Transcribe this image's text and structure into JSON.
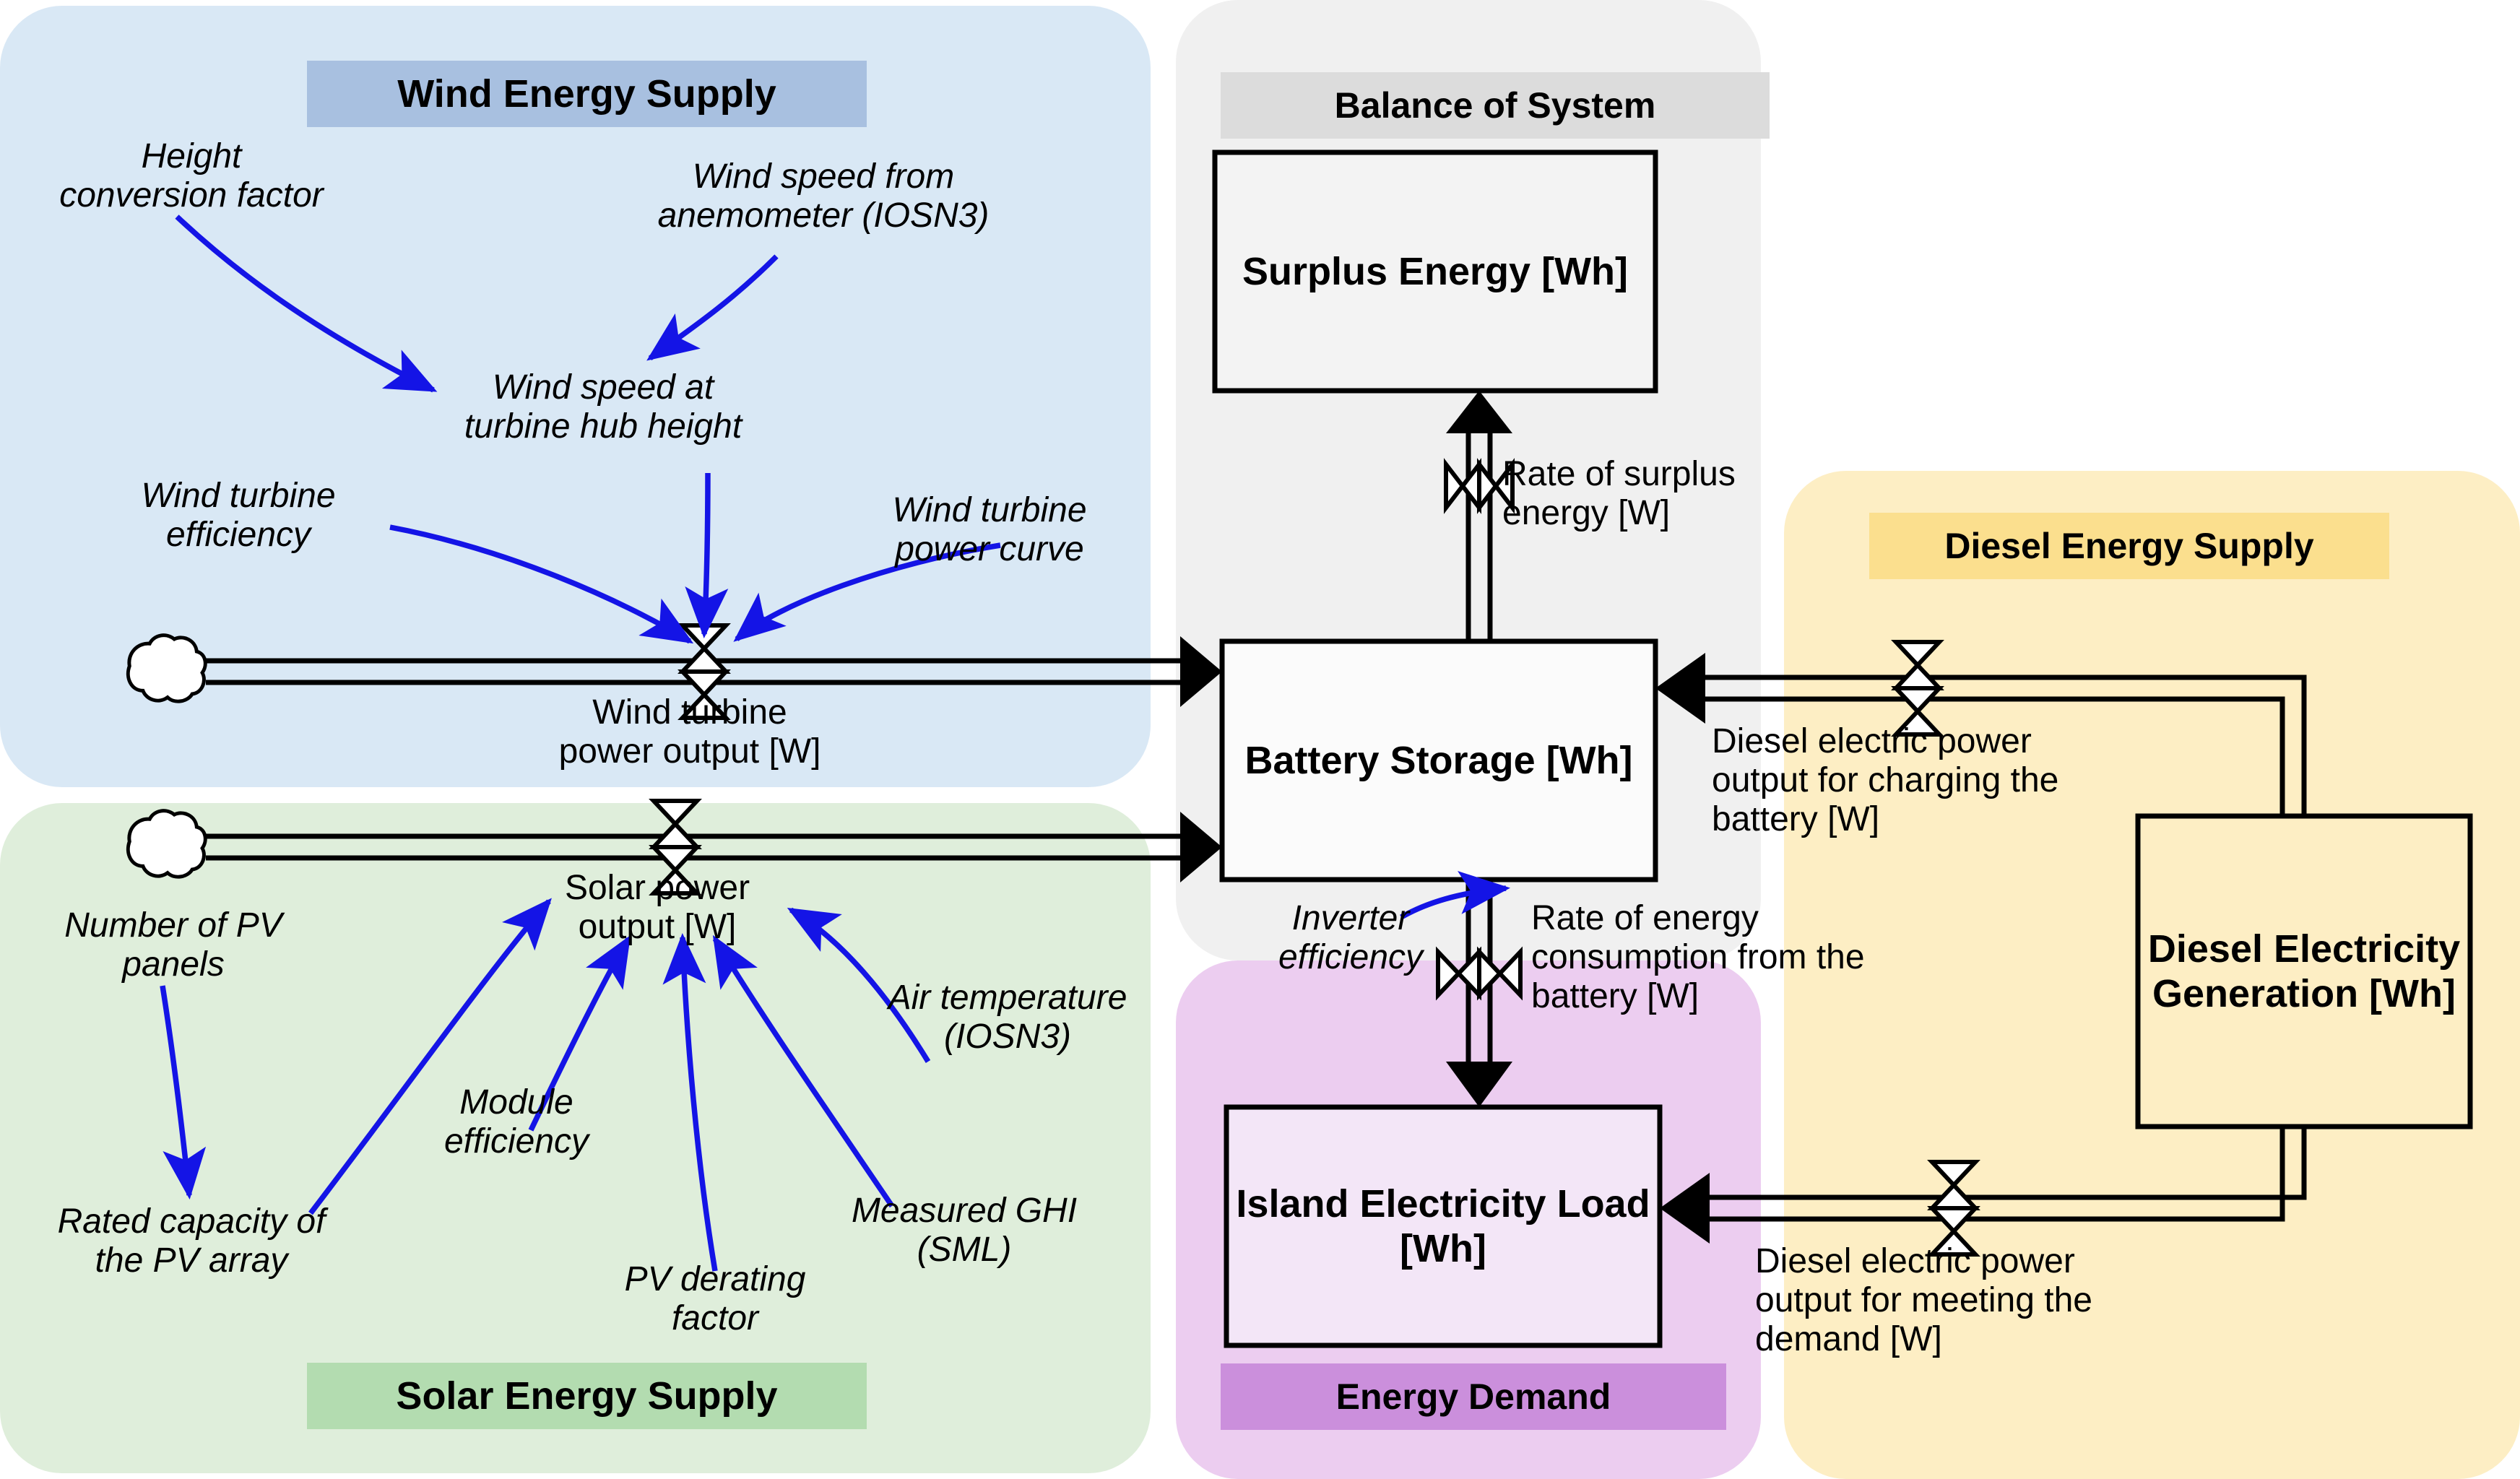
{
  "diagram": {
    "title": "Island hybrid energy system stock-and-flow diagram",
    "colors": {
      "wind_panel": "#d9e8f5",
      "wind_title_bar": "#a8c0e0",
      "solar_panel": "#dfeedb",
      "solar_title_bar": "#b3dcb0",
      "bos_panel": "#f0f0f0",
      "bos_title_bar": "#dcdcdc",
      "demand_panel": "#eccdf0",
      "demand_title_bar": "#cb8fdc",
      "diesel_panel": "#fdeec4",
      "diesel_title_bar": "#fbdf8e",
      "causal_link": "#1414e6",
      "flow_line": "#000000",
      "stock_fill": "#ffffff"
    }
  },
  "panels": {
    "wind": {
      "title": "Wind Energy Supply"
    },
    "solar": {
      "title": "Solar Energy Supply"
    },
    "bos": {
      "title": "Balance of System"
    },
    "demand": {
      "title": "Energy Demand"
    },
    "diesel": {
      "title": "Diesel Energy Supply"
    }
  },
  "stocks": [
    {
      "id": "surplus_energy",
      "label": "Surplus Energy\n[Wh]"
    },
    {
      "id": "battery_storage",
      "label": "Battery Storage\n[Wh]"
    },
    {
      "id": "island_load",
      "label": "Island Electricity\nLoad [Wh]"
    },
    {
      "id": "diesel_generation",
      "label": "Diesel\nElectricity\nGeneration\n[Wh]"
    }
  ],
  "auxiliaries": [
    {
      "id": "height_conversion_factor",
      "label": "Height\nconversion factor"
    },
    {
      "id": "wind_speed_anemometer",
      "label": "Wind speed from\nanemometer (IOSN3)"
    },
    {
      "id": "wind_speed_hub",
      "label": "Wind speed at\nturbine hub height"
    },
    {
      "id": "wind_turbine_efficiency",
      "label": "Wind turbine\nefficiency"
    },
    {
      "id": "wind_turbine_power_curve",
      "label": "Wind turbine\npower curve"
    },
    {
      "id": "number_of_pv_panels",
      "label": "Number of PV\npanels"
    },
    {
      "id": "module_efficiency",
      "label": "Module\nefficiency"
    },
    {
      "id": "rated_capacity_pv_array",
      "label": "Rated capacity of\nthe PV array"
    },
    {
      "id": "pv_derating_factor",
      "label": "PV derating\nfactor"
    },
    {
      "id": "air_temperature",
      "label": "Air temperature\n(IOSN3)"
    },
    {
      "id": "measured_ghi",
      "label": "Measured GHI\n(SML)"
    },
    {
      "id": "inverter_efficiency",
      "label": "Inverter\nefficiency"
    }
  ],
  "flows": [
    {
      "id": "wind_turbine_power_output",
      "label": "Wind turbine\npower output [W]"
    },
    {
      "id": "solar_power_output",
      "label": "Solar power\noutput [W]"
    },
    {
      "id": "rate_of_surplus_energy",
      "label": "Rate of surplus\nenergy [W]"
    },
    {
      "id": "rate_of_energy_consumption",
      "label": "Rate of energy\nconsumption from the\nbattery [W]"
    },
    {
      "id": "diesel_charging_battery",
      "label": "Diesel electric power\noutput for charging the\nbattery [W]"
    },
    {
      "id": "diesel_meeting_demand",
      "label": "Diesel electric power\noutput for meeting the\ndemand [W]"
    }
  ]
}
